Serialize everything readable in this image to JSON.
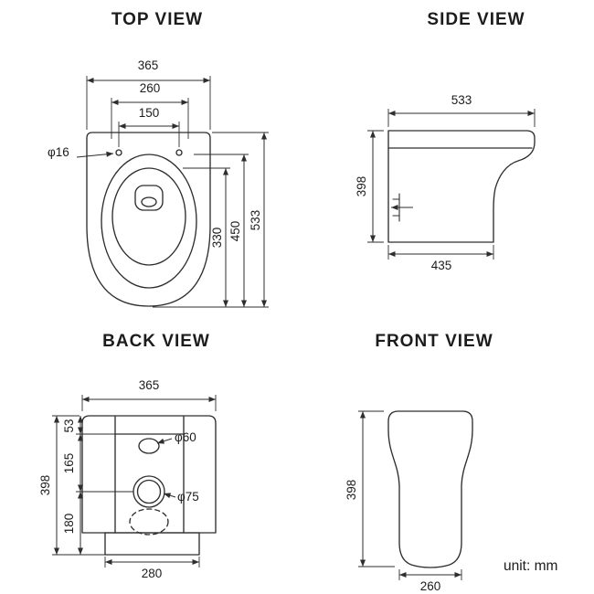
{
  "page": {
    "unit_label": "unit: mm"
  },
  "views": {
    "top": {
      "title": "TOP VIEW",
      "dims": {
        "overall_width": "365",
        "seat_width": "260",
        "hinge_hole_spacing": "150",
        "hinge_hole_diameter": "φ16",
        "bowl_depth": "330",
        "seat_depth": "450",
        "overall_depth": "533"
      }
    },
    "side": {
      "title": "SIDE VIEW",
      "dims": {
        "overall_depth": "533",
        "height": "398",
        "base_depth": "435"
      }
    },
    "back": {
      "title": "BACK VIEW",
      "dims": {
        "overall_width": "365",
        "top_to_inlet": "53",
        "inlet_to_outlet": "165",
        "outlet_to_floor": "180",
        "height": "398",
        "inlet_hole_diameter": "φ60",
        "outlet_hole_diameter": "φ75",
        "base_width": "280"
      }
    },
    "front": {
      "title": "FRONT VIEW",
      "dims": {
        "height": "398",
        "base_width": "260"
      }
    }
  }
}
